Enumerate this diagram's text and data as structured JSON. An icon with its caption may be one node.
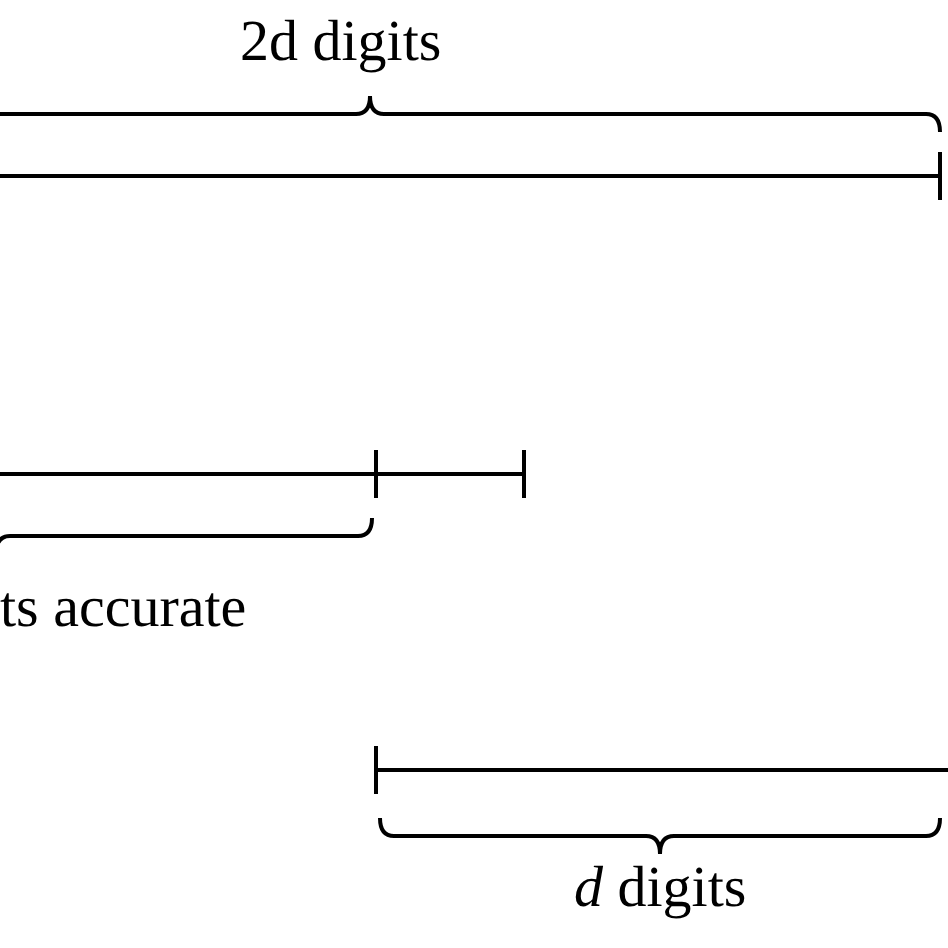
{
  "diagram": {
    "labels": [
      "2d digits",
      "ts accurate",
      "*d* digits"
    ]
  }
}
